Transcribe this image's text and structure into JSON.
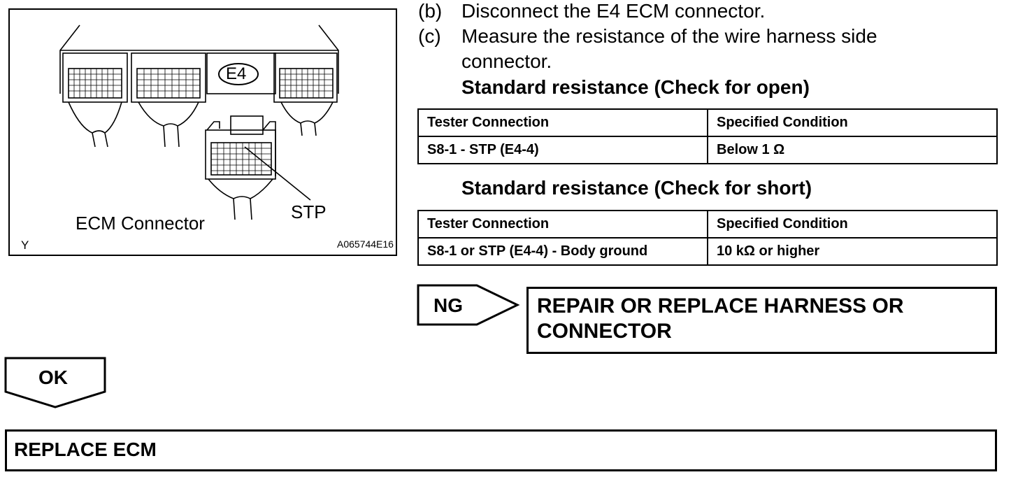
{
  "figure": {
    "connector_tag": "E4",
    "stp_label": "STP",
    "caption": "ECM Connector",
    "corner_mark": "Y",
    "figure_code": "A065744E16"
  },
  "steps": [
    {
      "letter": "(b)",
      "text": "Disconnect the E4 ECM connector."
    },
    {
      "letter": "(c)",
      "text": "Measure the resistance of the wire harness side",
      "text2": "connector."
    }
  ],
  "open_check": {
    "title": "Standard resistance (Check for open)",
    "headers": [
      "Tester Connection",
      "Specified Condition"
    ],
    "row": [
      "S8-1 - STP (E4-4)",
      "Below 1 Ω"
    ]
  },
  "short_check": {
    "title": "Standard resistance (Check for short)",
    "headers": [
      "Tester Connection",
      "Specified Condition"
    ],
    "row": [
      "S8-1 or STP (E4-4) - Body ground",
      "10 kΩ or higher"
    ]
  },
  "ng_branch": {
    "flag": "NG",
    "action_line1": "REPAIR OR REPLACE HARNESS OR",
    "action_line2": "CONNECTOR"
  },
  "ok_branch": {
    "flag": "OK",
    "action": "REPLACE ECM"
  }
}
